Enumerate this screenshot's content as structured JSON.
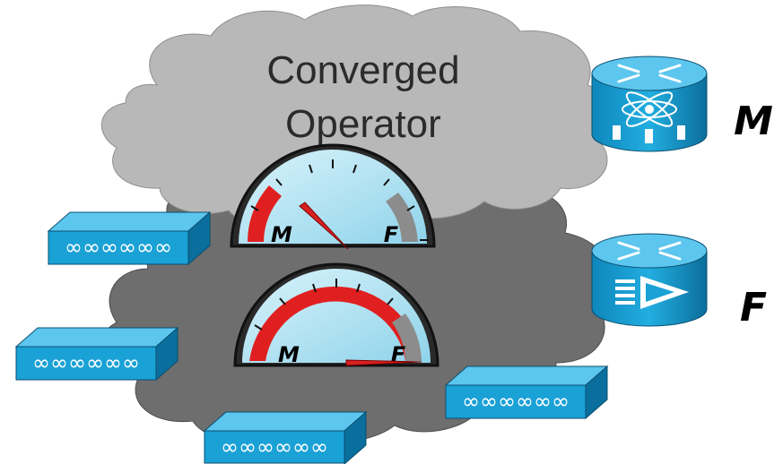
{
  "cloud_title_line1": "Converged",
  "cloud_title_line2": "Operator",
  "router_m_label": "M",
  "router_f_label": "F",
  "gauge_upper": {
    "low_label": "M",
    "high_label": "F"
  },
  "gauge_lower": {
    "low_label": "M",
    "high_label": "F"
  },
  "switch_pattern": "∞∞∞∞∞∞",
  "colors": {
    "cloud_light": "#b3b3b3",
    "cloud_dark": "#6b6b6b",
    "device_blue": "#1aa1d6",
    "device_top": "#5cc6ee",
    "device_side": "#0a6f9c",
    "gauge_face": "#aee1f0",
    "gauge_red": "#e02020"
  }
}
